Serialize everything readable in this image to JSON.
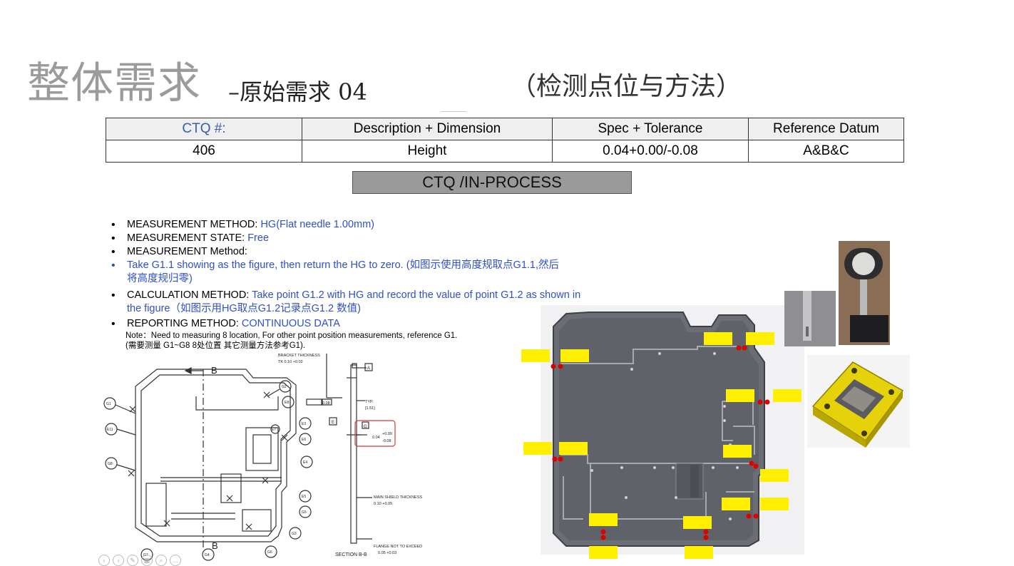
{
  "title": {
    "main": "整体需求",
    "sub": "–原始需求 04",
    "paren": "（检测点位与方法）"
  },
  "table": {
    "headers": [
      "CTQ #:",
      "Description + Dimension",
      "Spec + Tolerance",
      "Reference Datum"
    ],
    "row": [
      "406",
      "Height",
      "0.04+0.00/-0.08",
      "A&B&C"
    ]
  },
  "banner": "CTQ   /IN-PROCESS",
  "bullets": [
    {
      "label": "MEASUREMENT METHOD: ",
      "value": "HG(Flat needle 1.00mm)"
    },
    {
      "label": "MEASUREMENT STATE: ",
      "value": "Free"
    },
    {
      "label": "MEASUREMENT Method:",
      "value": ""
    },
    {
      "label": "",
      "value": "Take G1.1 showing as the  figure,  then return the HG to zero. (如图示使用高度规取点G1.1,然后将高度规归零)"
    },
    {
      "label": "CALCULATION METHOD:  ",
      "value": "Take point G1.2 with HG and record the value of point G1.2 as shown in the figure（如图示用HG取点G1.2记录点G1.2 数值)"
    },
    {
      "label": "REPORTING METHOD: ",
      "value": "CONTINUOUS DATA"
    }
  ],
  "note": {
    "line1": "Note：Need to measuring 8 location, For other point position measurements, reference G1.",
    "line2": "(需要测量 G1~G8 8处位置 其它测量方法参考G1)."
  },
  "drawing": {
    "section_label": "B",
    "section_bottom": "B",
    "section_title": "SECTION B-B",
    "bracket_thickness": "BRACKET THICKNESS",
    "bracket_tol": "TK 0.10 +0.02",
    "typ": "TYP.",
    "typ_val": "[1.51]",
    "datum_a": "A",
    "datum_e": "E",
    "datum_g": "G",
    "callout_val": "0.04",
    "callout_plus": "+0.00",
    "callout_minus": "-0.08",
    "flatness": "0.08",
    "main_shield": "MAIN SHIELD THICKNESS",
    "main_shield_val": "0.10 +0.05",
    "flange": "FLANGE NOT TO EXCEED",
    "flange_val": "0.05 +0.03",
    "balloons": [
      "G1",
      "G2",
      "G3",
      "G4",
      "G5",
      "G6",
      "G7",
      "G8",
      "E11",
      "E8",
      "E6",
      "E5",
      "E4",
      "E3",
      "E7",
      "E2"
    ]
  },
  "colors": {
    "accent_blue": "#2f4fc9",
    "title_gray": "#9b9b9b",
    "highlight_yellow": "#ffef00",
    "point_red": "#e10000",
    "part_gray": "#6b6e74"
  }
}
